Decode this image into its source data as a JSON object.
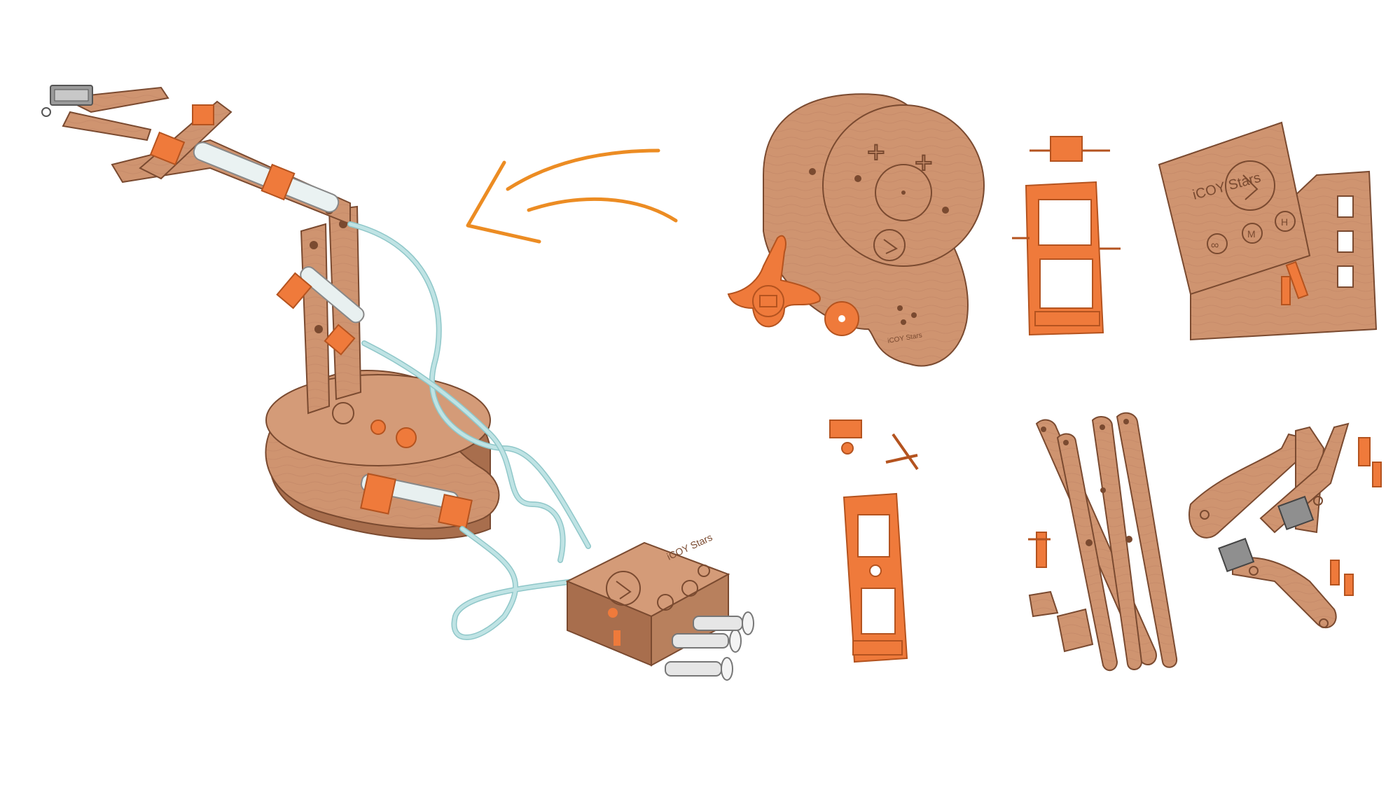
{
  "scene": {
    "left_label": "assembled-hydraulic-robotic-arm",
    "right_label": "flat-pack-parts-sheets",
    "arrow_direction": "right-to-left"
  },
  "colors": {
    "wood": "#cf9470",
    "wood_dark": "#a86e4d",
    "wood_edge": "#7a4a30",
    "accent_orange": "#ef7a3b",
    "arrow": "#ec8c23",
    "tube": "#bfe3e4",
    "tube_edge": "#8fc7c9",
    "metal": "#c8c8c8",
    "background": "#ffffff"
  },
  "engravings": {
    "brand_mark": "iCOY Stars",
    "controls": [
      "∞",
      "M",
      "H"
    ],
    "plus_signs": [
      "+",
      "+"
    ]
  },
  "parts": [
    {
      "name": "base-discs",
      "icon": "circle-plate"
    },
    {
      "name": "slider-frame",
      "icon": "orange-frame"
    },
    {
      "name": "control-box-panels",
      "icon": "square-plate"
    },
    {
      "name": "syringe-holder",
      "icon": "orange-frame"
    },
    {
      "name": "arm-beams",
      "icon": "long-bars"
    },
    {
      "name": "gripper-jaws",
      "icon": "claw"
    }
  ]
}
